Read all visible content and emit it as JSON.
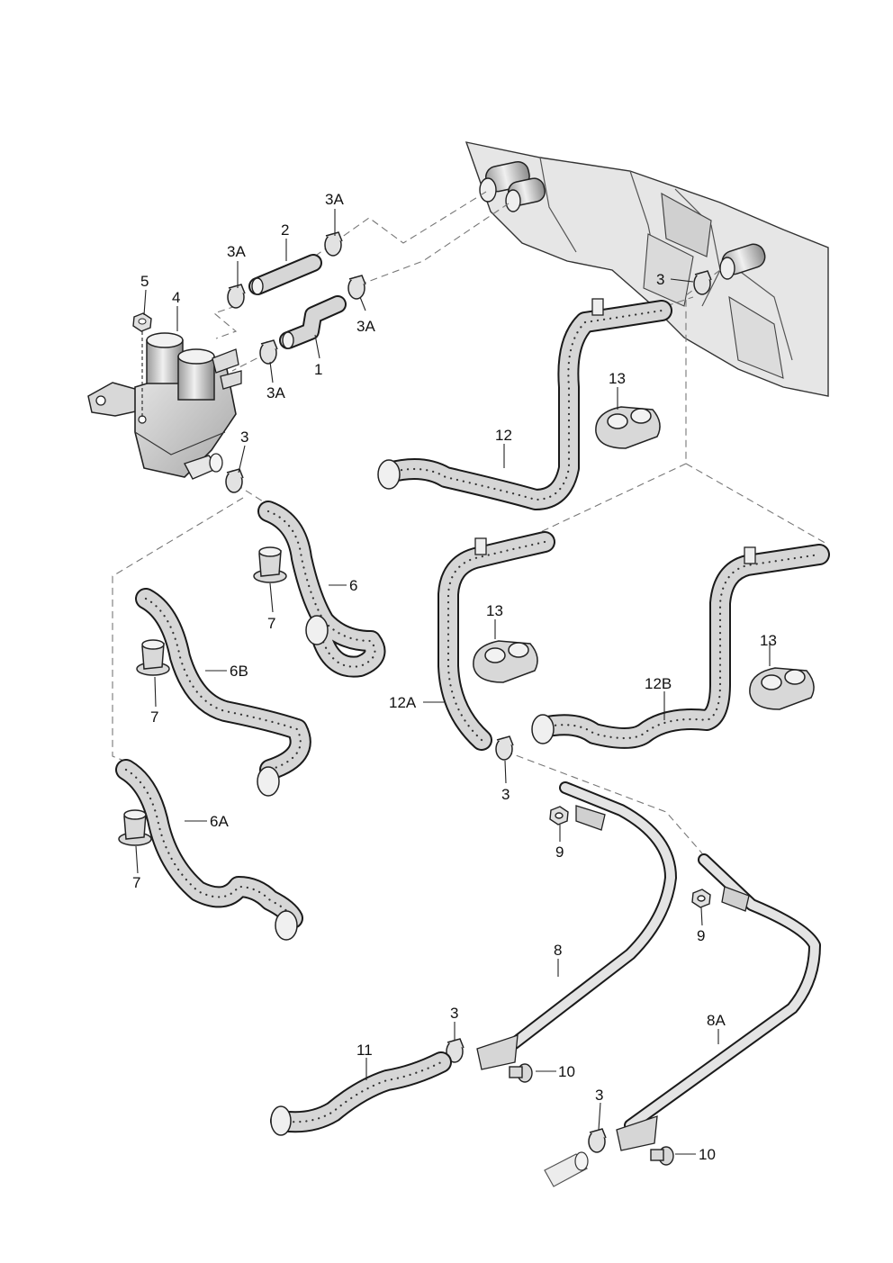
{
  "labels": {
    "l_3a_a": "3A",
    "l_2": "2",
    "l_3a_b": "3A",
    "l_5": "5",
    "l_4": "4",
    "l_3a_c": "3A",
    "l_1": "1",
    "l_3a_d": "3A",
    "l_3_a": "3",
    "l_3_b": "3",
    "l_13_a": "13",
    "l_12": "12",
    "l_6": "6",
    "l_7_a": "7",
    "l_13_b": "13",
    "l_6b": "6B",
    "l_7_b": "7",
    "l_13_c": "13",
    "l_12a": "12A",
    "l_12b": "12B",
    "l_3_c": "3",
    "l_9_a": "9",
    "l_6a": "6A",
    "l_7_c": "7",
    "l_9_b": "9",
    "l_8": "8",
    "l_3_d": "3",
    "l_11": "11",
    "l_10_a": "10",
    "l_8a": "8A",
    "l_3_e": "3",
    "l_10_b": "10"
  },
  "colors": {
    "line": "#1a1a1a",
    "part_fill": "#d6d6d6",
    "body_fill": "#cfcfcf",
    "background": "#ffffff"
  }
}
